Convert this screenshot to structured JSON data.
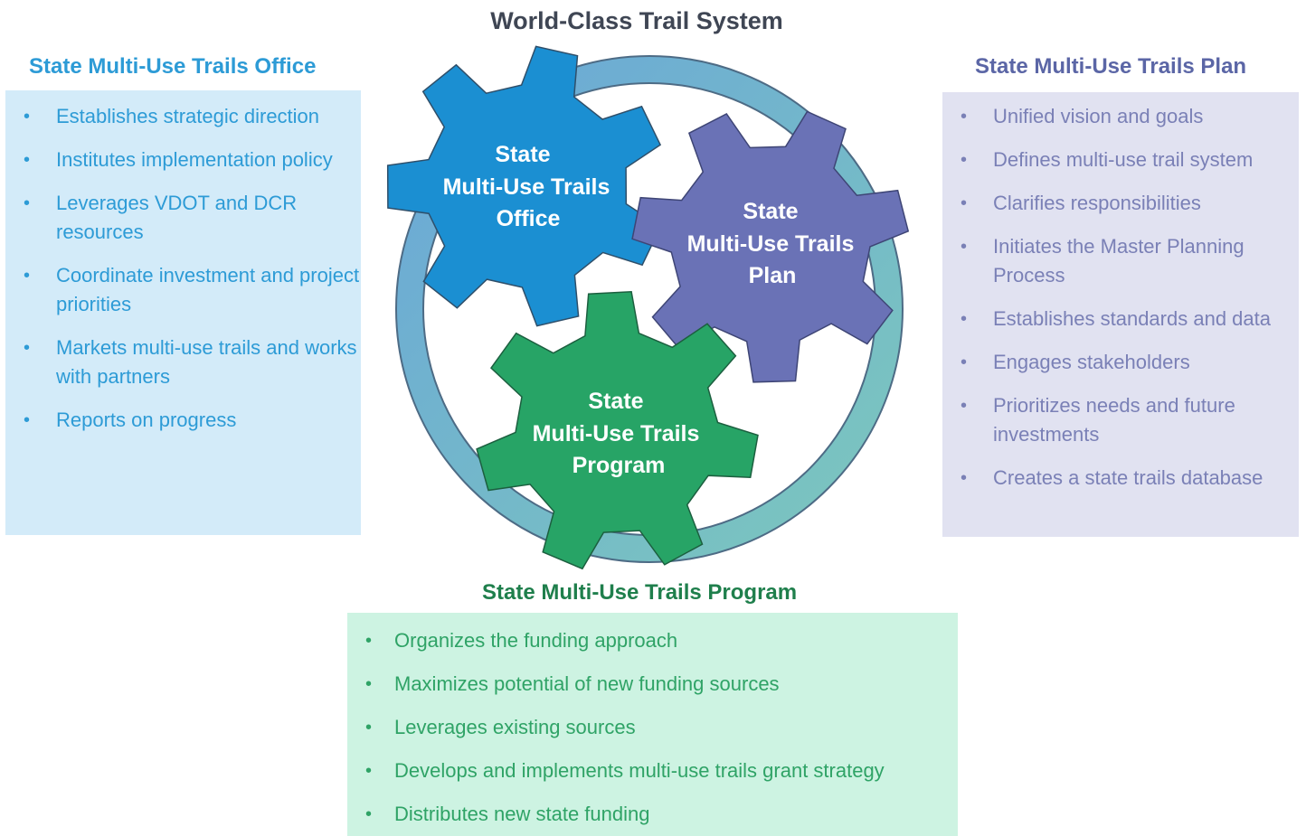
{
  "title": "World-Class Trail System",
  "office": {
    "heading": "State Multi-Use Trails Office",
    "items": [
      "Establishes strategic direction",
      "Institutes implementation policy",
      "Leverages VDOT and DCR resources",
      "Coordinate investment and project priorities",
      "Markets multi-use trails and works with partners",
      "Reports on progress"
    ]
  },
  "plan": {
    "heading": "State Multi-Use Trails Plan",
    "items": [
      "Unified vision and goals",
      "Defines multi-use trail system",
      "Clarifies responsibilities",
      "Initiates the Master Planning Process",
      "Establishes standards and data",
      "Engages stakeholders",
      "Prioritizes needs and future investments",
      "Creates a state trails database"
    ]
  },
  "program": {
    "heading": "State Multi-Use Trails Program",
    "items": [
      "Organizes the funding approach",
      "Maximizes potential of new funding sources",
      "Leverages existing sources",
      "Develops and implements multi-use trails grant strategy",
      "Distributes new state funding"
    ]
  },
  "gears": {
    "office": {
      "lines": [
        "State",
        "Multi-Use Trails",
        "Office"
      ],
      "color": "#1b8fd2"
    },
    "plan": {
      "lines": [
        "State",
        "Multi-Use Trails",
        "Plan"
      ],
      "color": "#6a72b6"
    },
    "program": {
      "lines": [
        "State",
        "Multi-Use Trails",
        "Program"
      ],
      "color": "#27a466"
    }
  },
  "colors": {
    "ring_top": "#6aa7d8",
    "ring_bottom": "#7cc7bd"
  }
}
